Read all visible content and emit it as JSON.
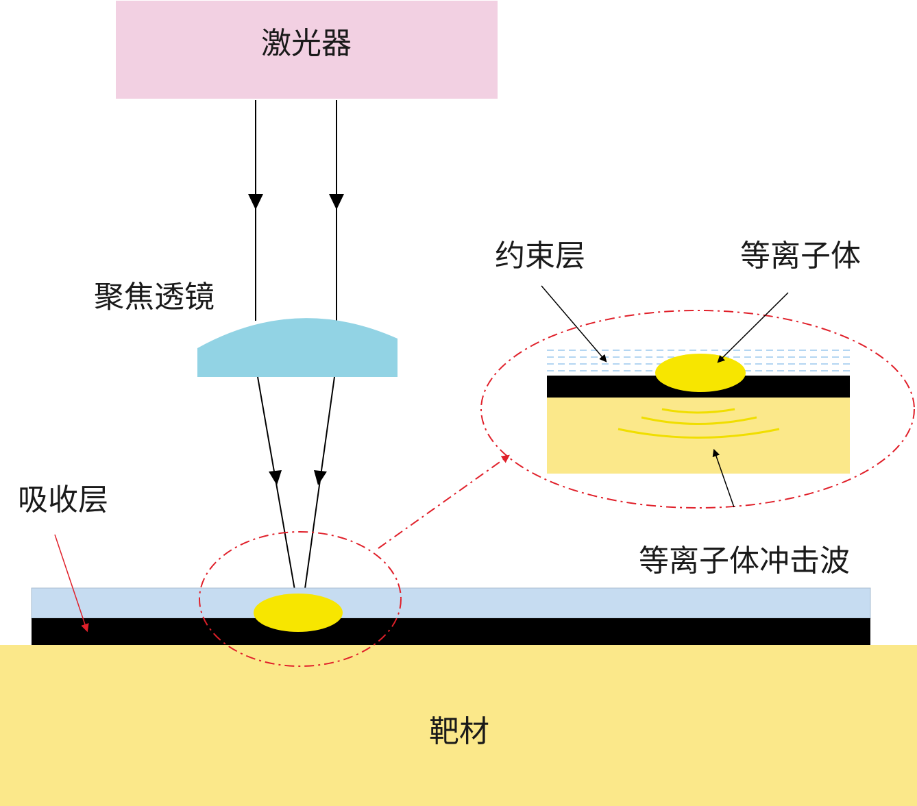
{
  "labels": {
    "laser": "激光器",
    "focusing_lens": "聚焦透镜",
    "absorption_layer": "吸收层",
    "target": "靶材",
    "confinement_layer": "约束层",
    "plasma": "等离子体",
    "plasma_shockwave": "等离子体冲击波"
  },
  "colors": {
    "laser_box": "#f2d0e2",
    "lens": "#92d3e4",
    "confinement_layer": "#c6dcf1",
    "absorption_layer": "#000000",
    "target": "#fbe88a",
    "plasma": "#f7e600",
    "shockwave": "#f0de00",
    "callout_red": "#e0202a",
    "water_dash": "#9cc8ee"
  }
}
